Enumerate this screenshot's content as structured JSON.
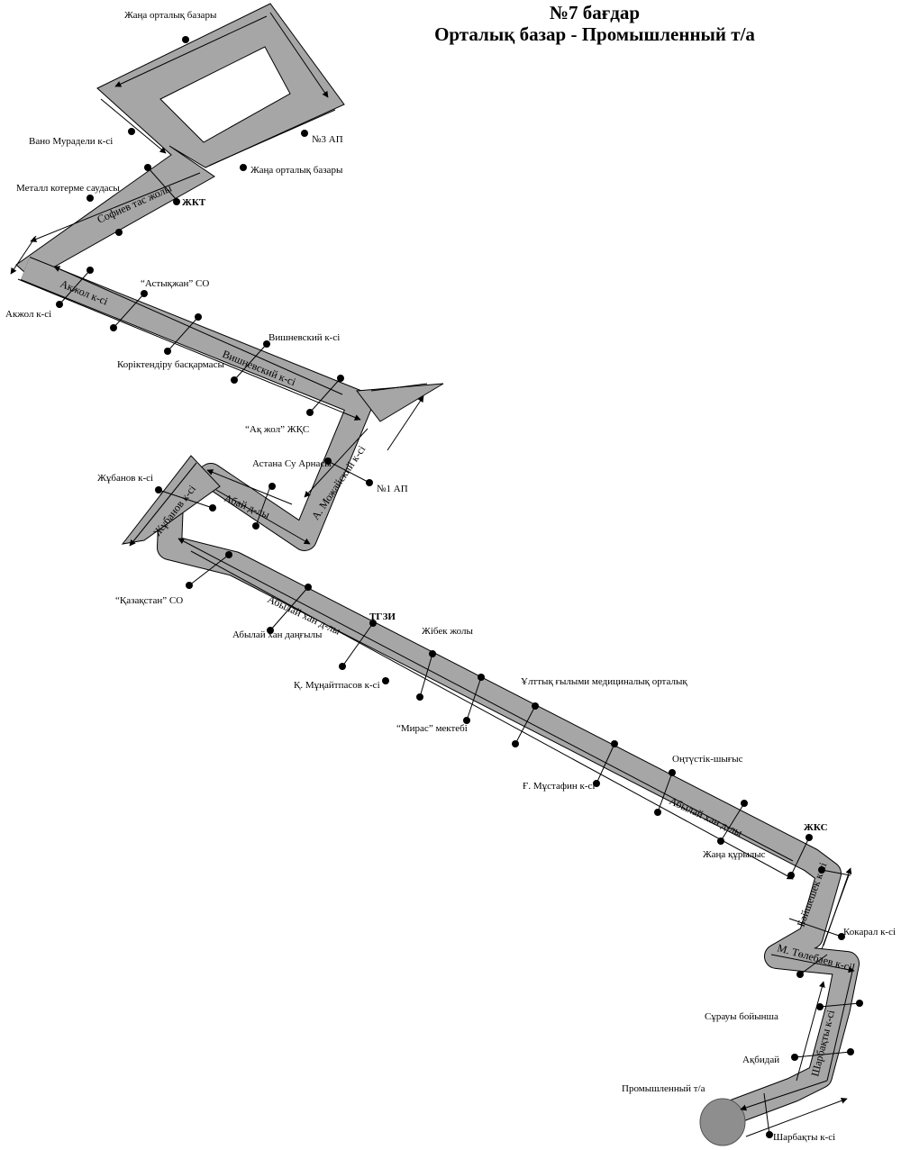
{
  "title": {
    "route_number": "№7 бағдар",
    "route_name": "Орталық базар - Промышленный т/а"
  },
  "colors": {
    "route_fill": "#a6a6a6",
    "route_edge": "#000000",
    "stop_dot": "#000000",
    "terminal": "#8e8e8e"
  },
  "street_labels": [
    "Софиев тас жолы",
    "Акжол к-сі",
    "Вишневский к-сі",
    "А. Можайский к-сі",
    "Абай д-лы",
    "Жұбанов к-сі",
    "Абылай хан д-лы",
    "Абылай хан д-лы",
    "Бәйшешек к-сі",
    "М. Төлебаев к-сі",
    "Шарбақты к-сі"
  ],
  "stop_labels": [
    "Жаңа орталық базары",
    "Вано Мурадели к-сі",
    "№3 АП",
    "Жаңа орталық базары",
    "Металл котерме саудасы",
    "ЖКТ",
    "Акжол к-сі",
    "“Астықжан” СО",
    "Корiктендiру басқармасы",
    "Вишневский к-сі",
    "“Ақ жол” ЖҚС",
    "Астана Су Арнасы",
    "Жұбанов к-сі",
    "№1 АП",
    "“Қазақстан” СО",
    "Абылай хан даңғылы",
    "ТГЗИ",
    "Жібек жолы",
    "Қ. Мұңайтпасов к-сі",
    "“Мирас” мектебі",
    "Ұлттық ғылыми медициналық орталық",
    "Ғ. Мұстафин к-сі",
    "Оңтүстік-шығыс",
    "ЖКС",
    "Жаңа құрылыс",
    "Кокарал к-сі",
    "Сұрауы бойынша",
    "Ақбидай",
    "Промышленный т/а",
    "Шарбақты к-сі"
  ]
}
